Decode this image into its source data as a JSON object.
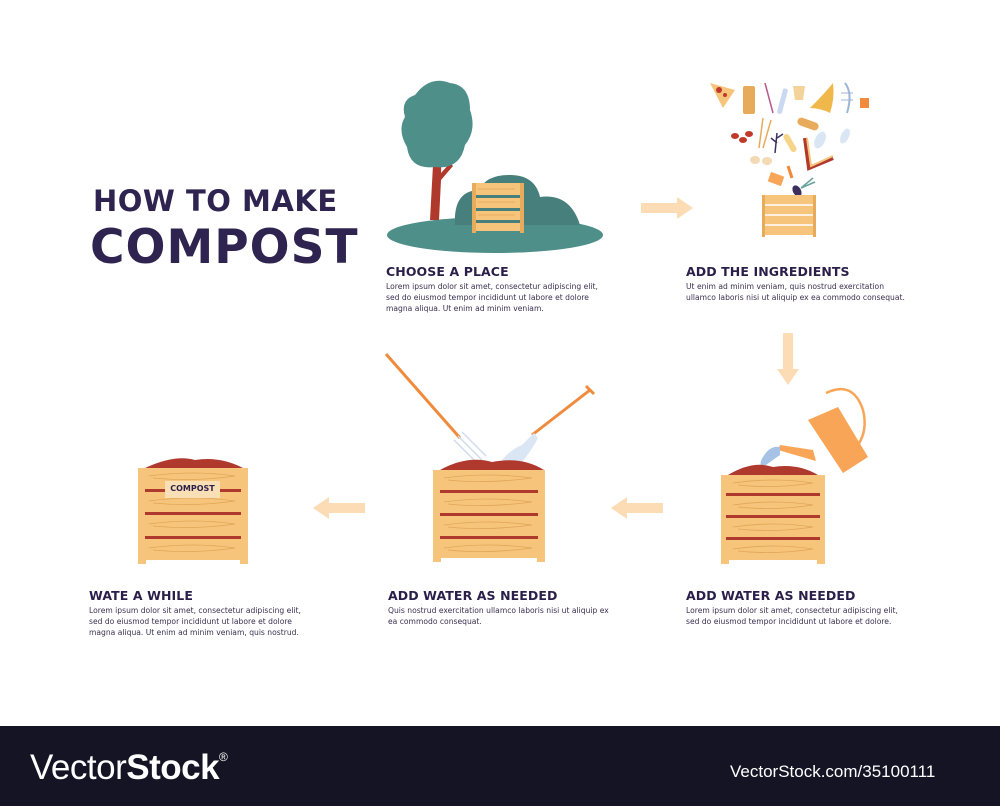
{
  "title": {
    "line1": "HOW TO MAKE",
    "line2": "COMPOST"
  },
  "colors": {
    "title": "#2f2350",
    "wood": "#f6c47a",
    "wood_dark": "#e0a55a",
    "soil": "#b0392e",
    "tree": "#4a8a86",
    "trunk": "#b0392e",
    "arrow": "#fbdcb4",
    "tool_handle": "#f08a3c",
    "watering_can": "#f9a558",
    "footer_bg": "#141425"
  },
  "steps": [
    {
      "id": 1,
      "title": "CHOOSE A PLACE",
      "description": "Lorem ipsum dolor sit amet, consectetur adipiscing elit, sed do eiusmod tempor incididunt ut labore et dolore magna aliqua. Ut enim ad minim veniam.",
      "illustration": "tree-bush-compost-bin"
    },
    {
      "id": 2,
      "title": "ADD THE INGREDIENTS",
      "description": "Ut enim ad minim veniam, quis nostrud exercitation ullamco laboris nisi ut aliquip ex ea commodo consequat.",
      "illustration": "food-scraps-falling-into-bin"
    },
    {
      "id": 3,
      "title": "ADD WATER AS NEEDED",
      "description": "Lorem ipsum dolor sit amet, consectetur adipiscing elit, sed do eiusmod tempor incididunt ut labore et dolore.",
      "illustration": "watering-can-over-bin"
    },
    {
      "id": 4,
      "title": "ADD WATER AS NEEDED",
      "description": "Quis nostrud exercitation ullamco laboris nisi ut aliquip ex ea commodo consequat.",
      "illustration": "pitchfork-shovel-in-bin"
    },
    {
      "id": 5,
      "title": "WATE A WHILE",
      "description": "Lorem ipsum dolor sit amet, consectetur adipiscing elit, sed do eiusmod tempor incididunt ut labore et dolore magna aliqua. Ut enim ad minim veniam, quis nostrud.",
      "illustration": "labeled-compost-bin",
      "bin_label": "COMPOST"
    }
  ],
  "arrows": [
    "right",
    "down",
    "left",
    "left"
  ],
  "footer": {
    "brand_light": "Vector",
    "brand_bold": "Stock",
    "brand_mark": "®",
    "url": "VectorStock.com/35100111"
  }
}
